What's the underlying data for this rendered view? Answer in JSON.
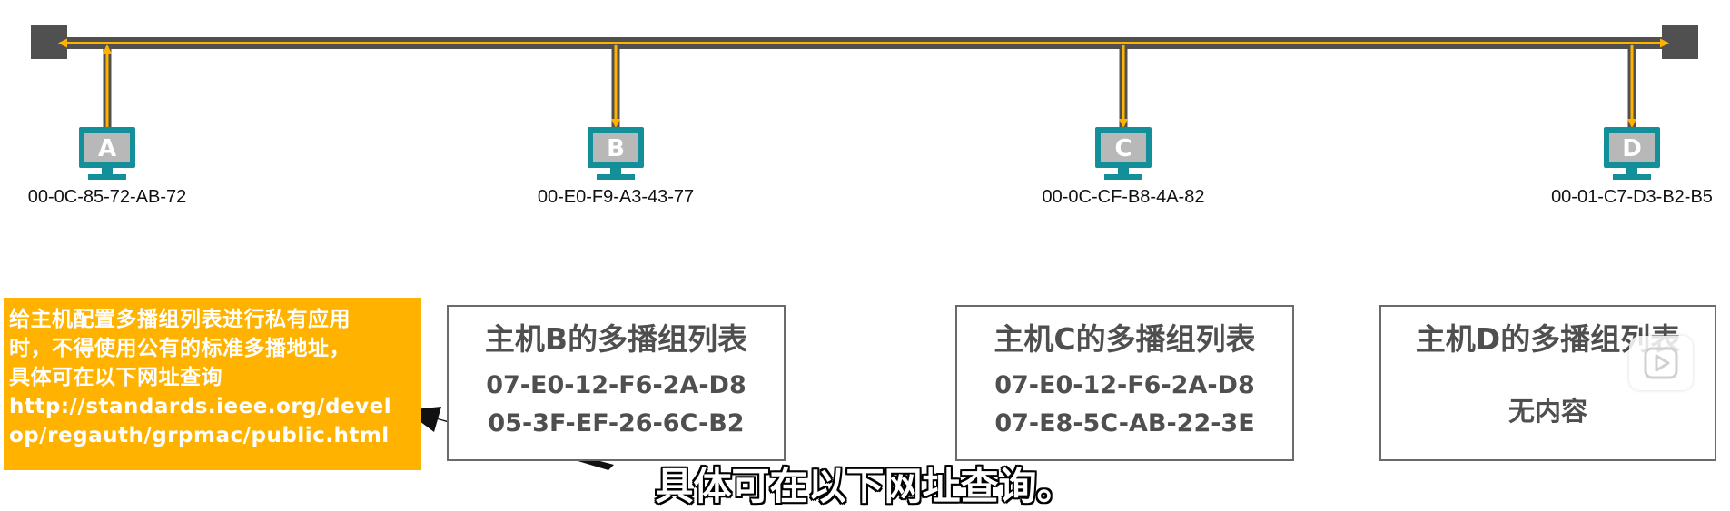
{
  "hosts": [
    {
      "letter": "A",
      "mac": "00-0C-85-72-AB-72"
    },
    {
      "letter": "B",
      "mac": "00-E0-F9-A3-43-77"
    },
    {
      "letter": "C",
      "mac": "00-0C-CF-B8-4A-82"
    },
    {
      "letter": "D",
      "mac": "00-01-C7-D3-B2-B5"
    }
  ],
  "colors": {
    "bus": "#505050",
    "signal": "#ffb300",
    "monitor": "#138f9a",
    "screen": "#b8b8b8",
    "note_bg": "#ffb300"
  },
  "note": {
    "lines": [
      "给主机配置多播组列表进行私有应用",
      "时，不得使用公有的标准多播地址，",
      "具体可在以下网址查询",
      "http://standards.ieee.org/devel",
      "op/regauth/grpmac/public.html"
    ]
  },
  "lists": {
    "b": {
      "title": "主机B的多播组列表",
      "entries": [
        "07-E0-12-F6-2A-D8",
        "05-3F-EF-26-6C-B2"
      ]
    },
    "c": {
      "title": "主机C的多播组列表",
      "entries": [
        "07-E0-12-F6-2A-D8",
        "07-E8-5C-AB-22-3E"
      ]
    },
    "d": {
      "title": "主机D的多播组列表",
      "empty": "无内容"
    }
  },
  "subtitle": "具体可在以下网址查询。",
  "icons": {
    "play": "play-icon",
    "monitor": "monitor-icon"
  }
}
